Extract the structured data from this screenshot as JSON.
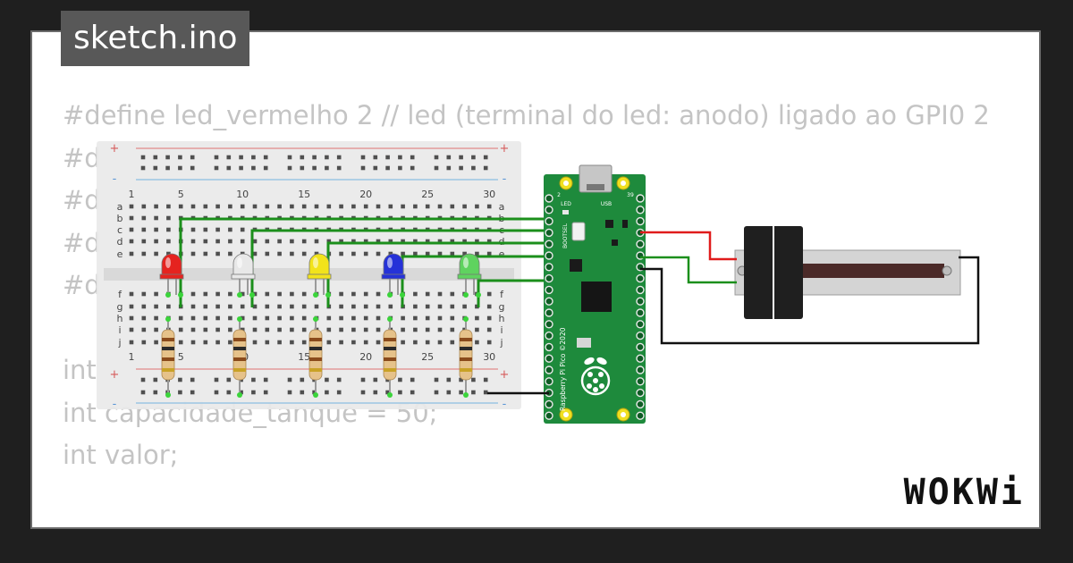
{
  "file_tab": {
    "title": "sketch.ino"
  },
  "code_lines": [
    "#define led_vermelho 2 // led (terminal do led: anodo) ligado ao GPI0 2",
    "#d",
    "#d",
    "#d",
    "#d",
    "",
    "int",
    "int capacidade_tanque = 50;",
    "int valor;",
    "",
    ""
  ],
  "breadboard": {
    "column_numbers": [
      "1",
      "5",
      "10",
      "15",
      "20",
      "25",
      "30"
    ],
    "row_letters_top": [
      "a",
      "b",
      "c",
      "d",
      "e"
    ],
    "row_letters_bottom": [
      "f",
      "g",
      "h",
      "i",
      "j"
    ],
    "rail_plus": "+",
    "rail_minus": "-"
  },
  "leds": [
    {
      "color_name": "red",
      "color": "#e5231f"
    },
    {
      "color_name": "white",
      "color": "#e8e8e8"
    },
    {
      "color_name": "yellow",
      "color": "#f2e31b"
    },
    {
      "color_name": "blue",
      "color": "#2532d8"
    },
    {
      "color_name": "green",
      "color": "#5fd35f"
    }
  ],
  "pico": {
    "label_led": "LED",
    "label_usb": "USB",
    "label_bootsel": "BOOTSEL",
    "pin_2": "2",
    "pin_39": "39",
    "vertical_text": "Raspberry Pi Pico ©2020",
    "board_color": "#1e8a3c"
  },
  "wire_colors": {
    "signal": "#1b8f1b",
    "power": "#e01b1b",
    "ground": "#111111"
  },
  "brand": {
    "logo": "WOKWi"
  }
}
